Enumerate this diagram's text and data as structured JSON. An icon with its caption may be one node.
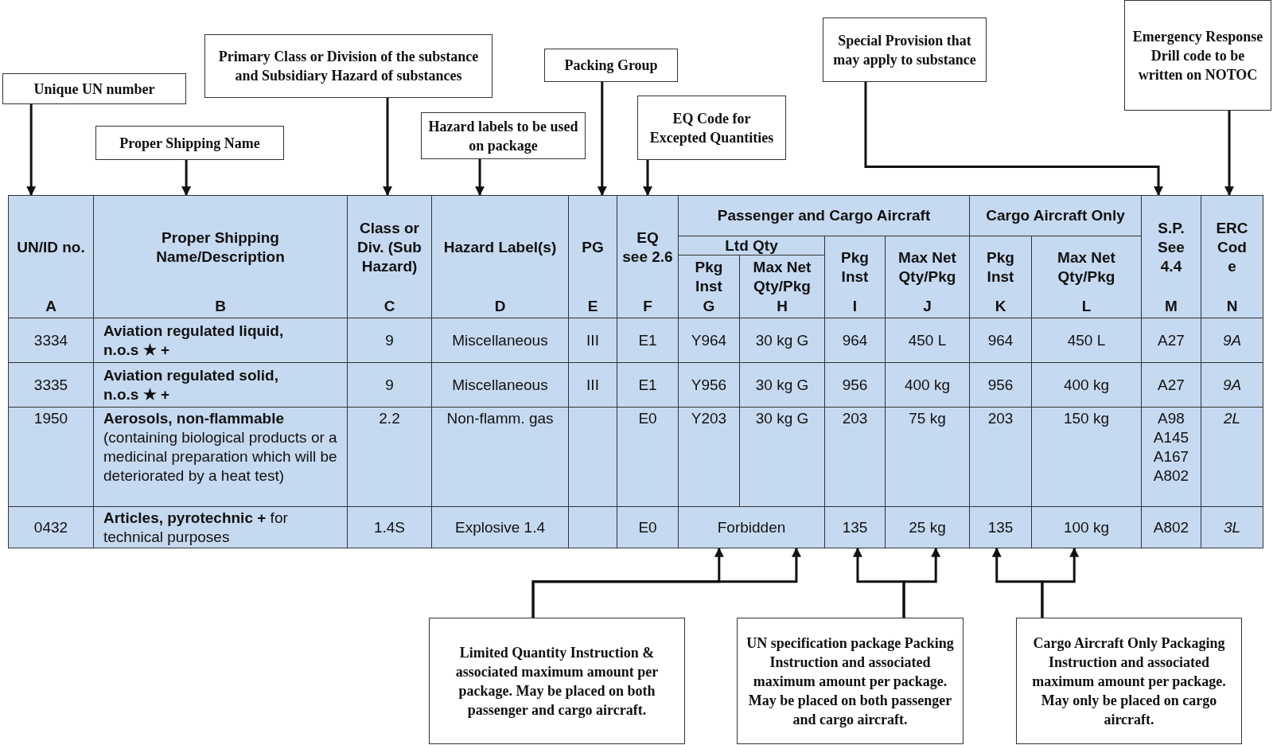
{
  "diagram": {
    "nodes": [
      {
        "text": [
          "Unique UN number"
        ]
      },
      {
        "text": [
          "Proper Shipping Name"
        ]
      },
      {
        "text": [
          "Primary Class or Division of the substance and Subsidiary Hazard of substances"
        ]
      },
      {
        "text": [
          "Hazard labels to be used on package"
        ]
      },
      {
        "text": [
          "Packing Group"
        ]
      },
      {
        "text": [
          "EQ Code for Excepted Quantities"
        ]
      },
      {
        "text": [
          "Special Provision that may apply to substance"
        ]
      },
      {
        "text": [
          "Emergency Response Drill code to be written on NOTOC"
        ]
      },
      {
        "text": [
          "UN/ID no.",
          "A"
        ]
      },
      {
        "text": [
          "Proper Shipping Name/Description",
          "B"
        ]
      },
      {
        "text": [
          "Class or Div. (Sub Hazard)",
          "C"
        ]
      },
      {
        "text": [
          "Hazard Label(s)",
          "D"
        ]
      },
      {
        "text": [
          "PG",
          "E"
        ]
      },
      {
        "text": [
          "EQ see 2.6",
          "F"
        ]
      },
      {
        "text": [
          "Passenger and Cargo Aircraft"
        ]
      },
      {
        "text": [
          "Cargo Aircraft Only"
        ]
      },
      {
        "text": [
          "S.P. See 4.4",
          "M"
        ]
      },
      {
        "text": [
          "ERC Cod e",
          "N"
        ]
      },
      {
        "text": [
          "Ltd Qty"
        ]
      },
      {
        "text": [
          "Pkg Inst",
          "I"
        ]
      },
      {
        "text": [
          "Max Net Qty/Pkg",
          "J"
        ]
      },
      {
        "text": [
          "Pkg Inst",
          "K"
        ]
      },
      {
        "text": [
          "Max Net Qty/Pkg",
          "L"
        ]
      },
      {
        "text": [
          "Pkg Inst",
          "G"
        ]
      },
      {
        "text": [
          "Max Net Qty/Pkg",
          "H"
        ]
      },
      {
        "text": [
          "3334"
        ]
      },
      {
        "text": [
          "Aviation regulated liquid, n.o.s ★ +"
        ]
      },
      {
        "text": [
          "9"
        ]
      },
      {
        "text": [
          "Miscellaneous"
        ]
      },
      {
        "text": [
          "III"
        ]
      },
      {
        "text": [
          "E1"
        ]
      },
      {
        "text": [
          "Y964"
        ]
      },
      {
        "text": [
          "30 kg G"
        ]
      },
      {
        "text": [
          "964"
        ]
      },
      {
        "text": [
          "450 L"
        ]
      },
      {
        "text": [
          "964"
        ]
      },
      {
        "text": [
          "450 L"
        ]
      },
      {
        "text": [
          "A27"
        ]
      },
      {
        "text": [
          "9A"
        ]
      },
      {
        "text": [
          "3335"
        ]
      },
      {
        "text": [
          "Aviation regulated solid, n.o.s ★ +"
        ]
      },
      {
        "text": [
          "9"
        ]
      },
      {
        "text": [
          "Miscellaneous"
        ]
      },
      {
        "text": [
          "III"
        ]
      },
      {
        "text": [
          "E1"
        ]
      },
      {
        "text": [
          "Y956"
        ]
      },
      {
        "text": [
          "30 kg G"
        ]
      },
      {
        "text": [
          "956"
        ]
      },
      {
        "text": [
          "400 kg"
        ]
      },
      {
        "text": [
          "956"
        ]
      },
      {
        "text": [
          "400 kg"
        ]
      },
      {
        "text": [
          "A27"
        ]
      },
      {
        "text": [
          "9A"
        ]
      },
      {
        "text": [
          "1950"
        ]
      },
      {
        "text": [
          "**Aerosols, non-flammable** (containing biological products or a medicinal preparation which will be deteriorated by a heat test)"
        ]
      },
      {
        "text": [
          "2.2"
        ]
      },
      {
        "text": [
          "Non-flamm. gas"
        ]
      },
      {
        "text": [],
        "shape": "box"
      },
      {
        "text": [
          "E0"
        ]
      },
      {
        "text": [
          "Y203"
        ]
      },
      {
        "text": [
          "30 kg G"
        ]
      },
      {
        "text": [
          "203"
        ]
      },
      {
        "text": [
          "75 kg"
        ]
      },
      {
        "text": [
          "203"
        ]
      },
      {
        "text": [
          "150 kg"
        ]
      },
      {
        "text": [
          "A98 A145 A167 A802"
        ]
      },
      {
        "text": [
          "2L"
        ]
      },
      {
        "text": [
          "0432"
        ]
      },
      {
        "text": [
          "**Articles, pyrotechnic +** for technical purposes"
        ]
      },
      {
        "text": [
          "1.4S"
        ]
      },
      {
        "text": [
          "Explosive 1.4"
        ]
      },
      {
        "text": [],
        "shape": "box"
      },
      {
        "text": [
          "E0"
        ]
      },
      {
        "text": [
          "Forbidden"
        ]
      },
      {
        "text": [
          "135"
        ]
      },
      {
        "text": [
          "25 kg"
        ]
      },
      {
        "text": [
          "135"
        ]
      },
      {
        "text": [
          "100 kg"
        ]
      },
      {
        "text": [
          "A802"
        ]
      },
      {
        "text": [
          "3L"
        ]
      },
      {
        "text": [
          "Limited Quantity Instruction & associated maximum amount per package. May be placed on both passenger and cargo aircraft."
        ]
      },
      {
        "text": [
          "UN specification package Packing Instruction and associated maximum amount per package. May be placed on both passenger and cargo aircraft."
        ]
      },
      {
        "text": [
          "Cargo Aircraft Only Packaging Instruction and associated maximum amount per package. May only be placed on cargo aircraft."
        ]
      }
    ],
    "edges": [
      {
        "from": 0,
        "to": 8,
        "arrow": "to"
      },
      {
        "from": 1,
        "to": 9,
        "arrow": "to"
      },
      {
        "from": 2,
        "to": 10,
        "arrow": "to"
      },
      {
        "from": 3,
        "to": 11,
        "arrow": "to"
      },
      {
        "from": 4,
        "to": 12,
        "arrow": "to"
      },
      {
        "from": 5,
        "to": 13,
        "arrow": "to"
      },
      {
        "from": 6,
        "to": 16,
        "arrow": "to"
      },
      {
        "from": 7,
        "to": 17,
        "arrow": "to"
      },
      {
        "from": 80,
        "to": 73,
        "arrow": "to"
      },
      {
        "from": 80,
        "to": 73,
        "arrow": "to"
      },
      {
        "from": 81,
        "to": 74,
        "arrow": "to"
      },
      {
        "from": 81,
        "to": 75,
        "arrow": "to"
      },
      {
        "from": 82,
        "to": 76,
        "arrow": "to"
      },
      {
        "from": 82,
        "to": 77,
        "arrow": "to"
      }
    ]
  }
}
